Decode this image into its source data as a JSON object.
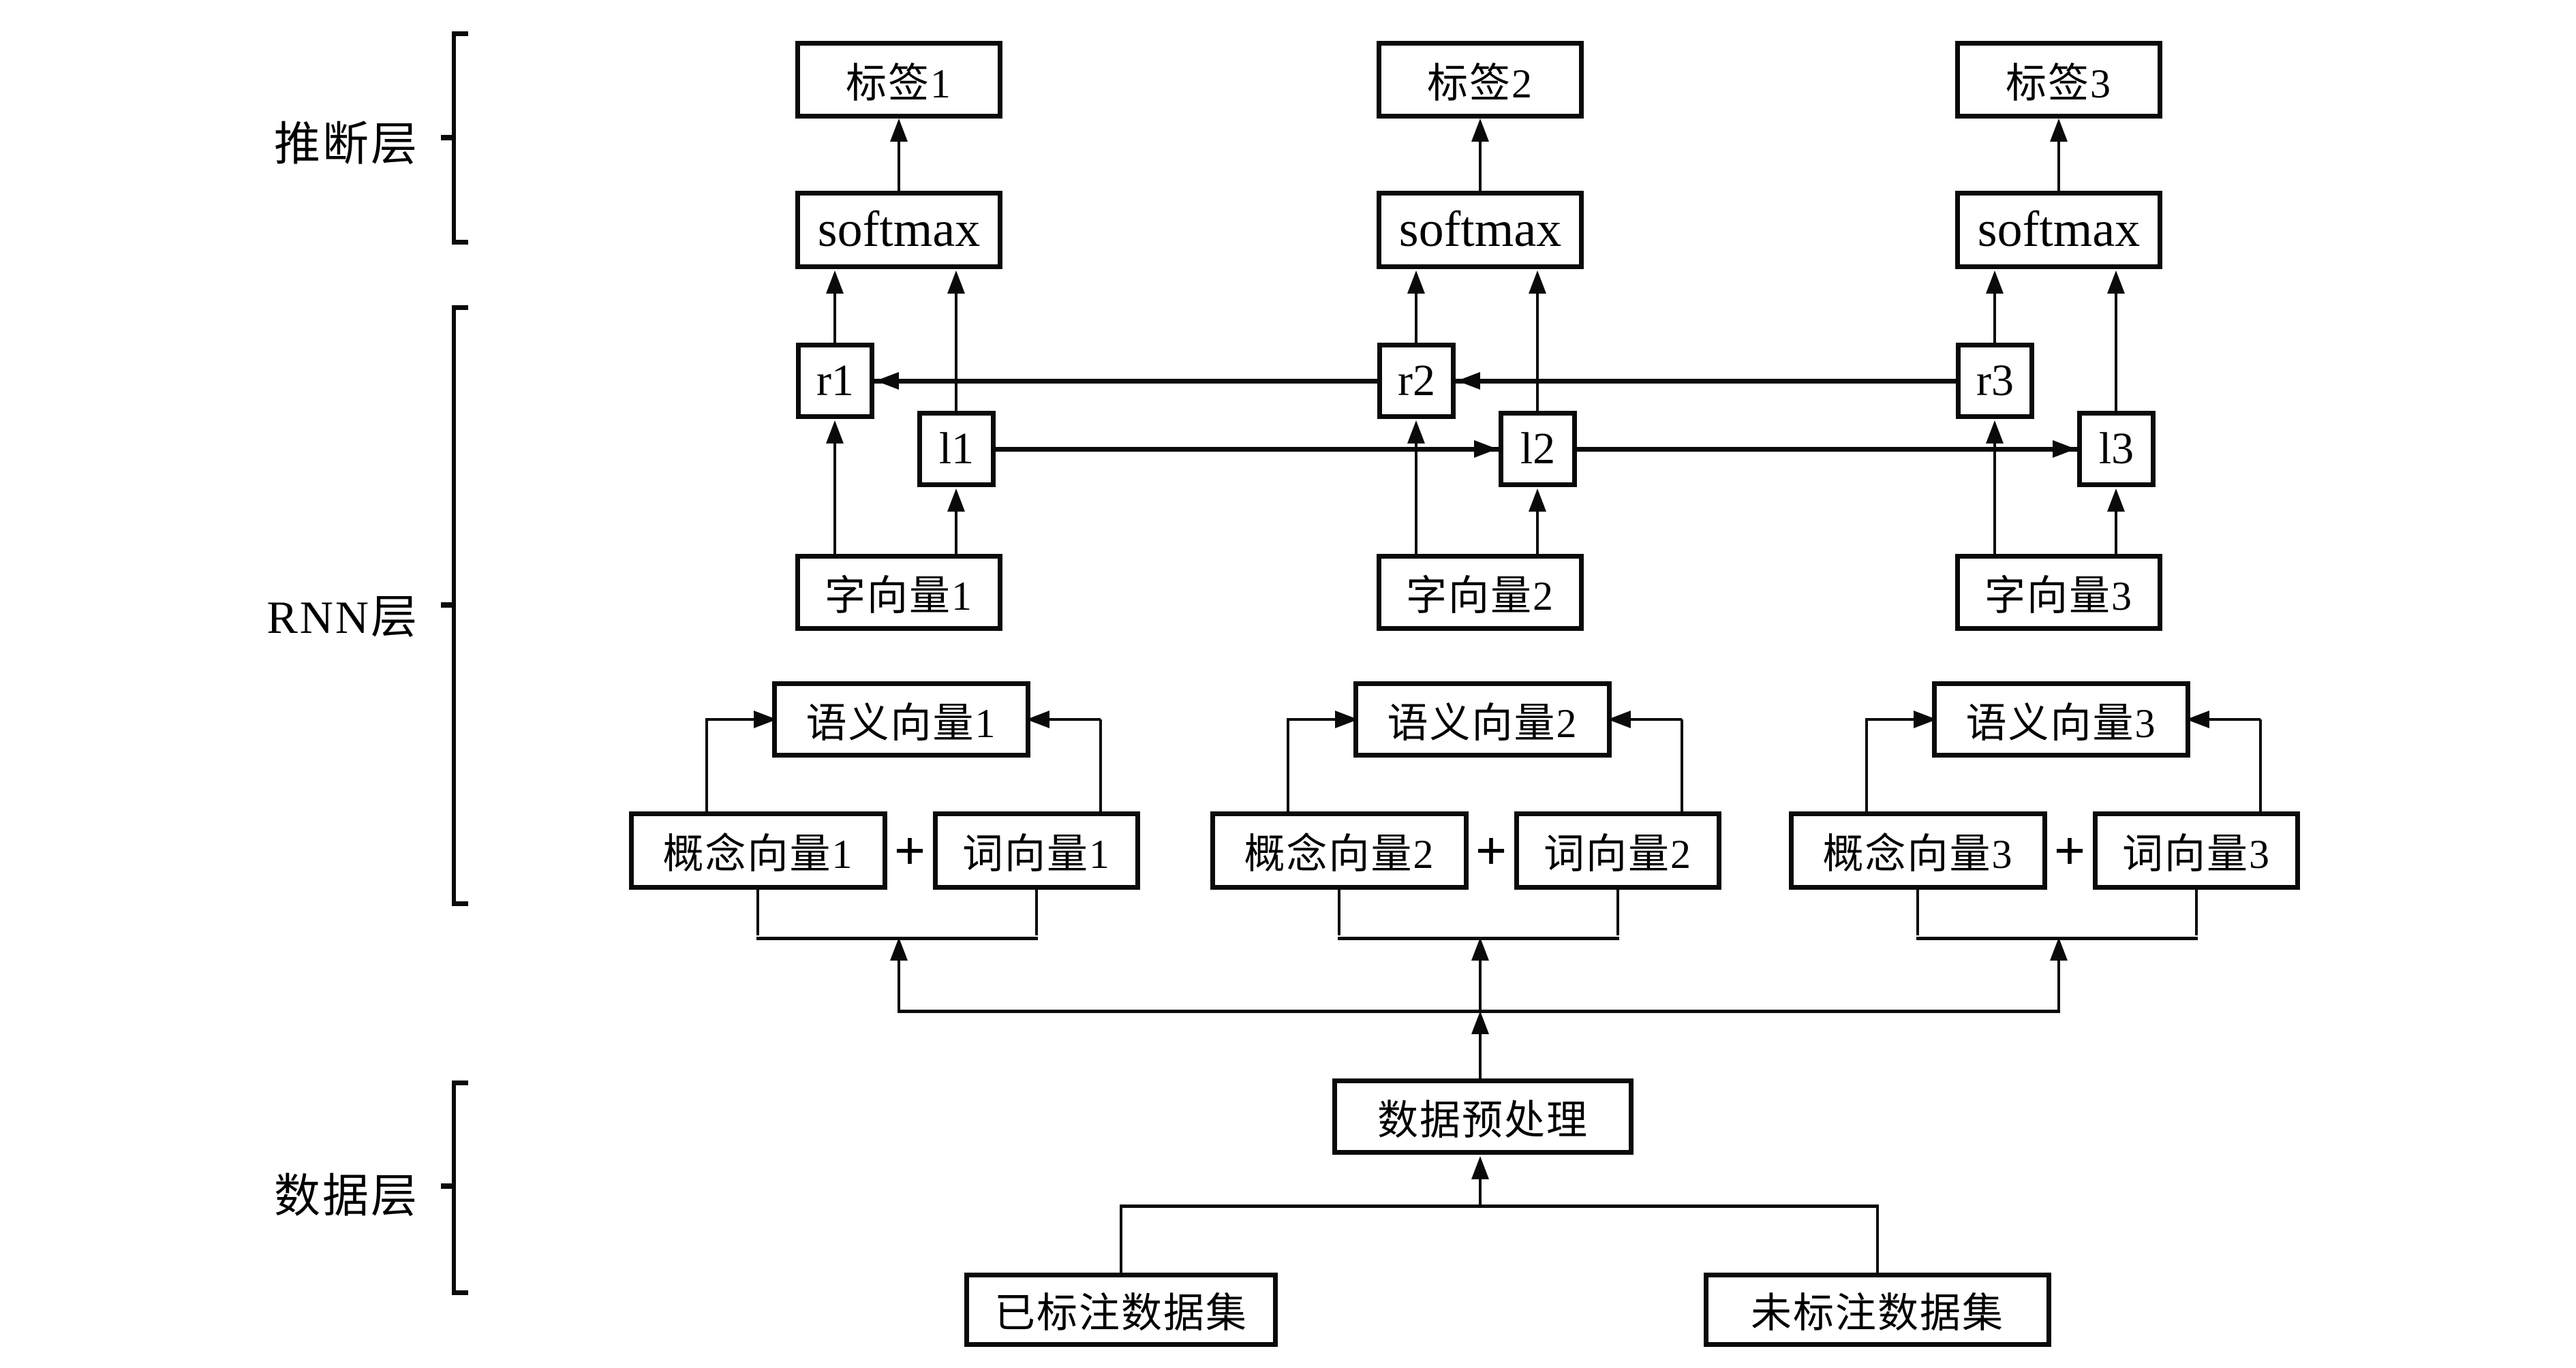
{
  "canvas": {
    "background": "#ffffff",
    "ink": "#0a0a0a"
  },
  "layers": [
    {
      "id": "inference",
      "label": "推断层"
    },
    {
      "id": "rnn",
      "label": "RNN层"
    },
    {
      "id": "data",
      "label": "数据层"
    }
  ],
  "columns": [
    {
      "tag": "标签1",
      "softmax": "softmax",
      "r": "r1",
      "l": "l1",
      "char_vec": "字向量1",
      "sem_vec": "语义向量1",
      "concept_vec": "概念向量1",
      "plus": "+",
      "word_vec": "词向量1"
    },
    {
      "tag": "标签2",
      "softmax": "softmax",
      "r": "r2",
      "l": "l2",
      "char_vec": "字向量2",
      "sem_vec": "语义向量2",
      "concept_vec": "概念向量2",
      "plus": "+",
      "word_vec": "词向量2"
    },
    {
      "tag": "标签3",
      "softmax": "softmax",
      "r": "r3",
      "l": "l3",
      "char_vec": "字向量3",
      "sem_vec": "语义向量3",
      "concept_vec": "概念向量3",
      "plus": "+",
      "word_vec": "词向量3"
    }
  ],
  "bottom": {
    "preprocess": "数据预处理",
    "labeled": "已标注数据集",
    "unlabeled": "未标注数据集"
  }
}
